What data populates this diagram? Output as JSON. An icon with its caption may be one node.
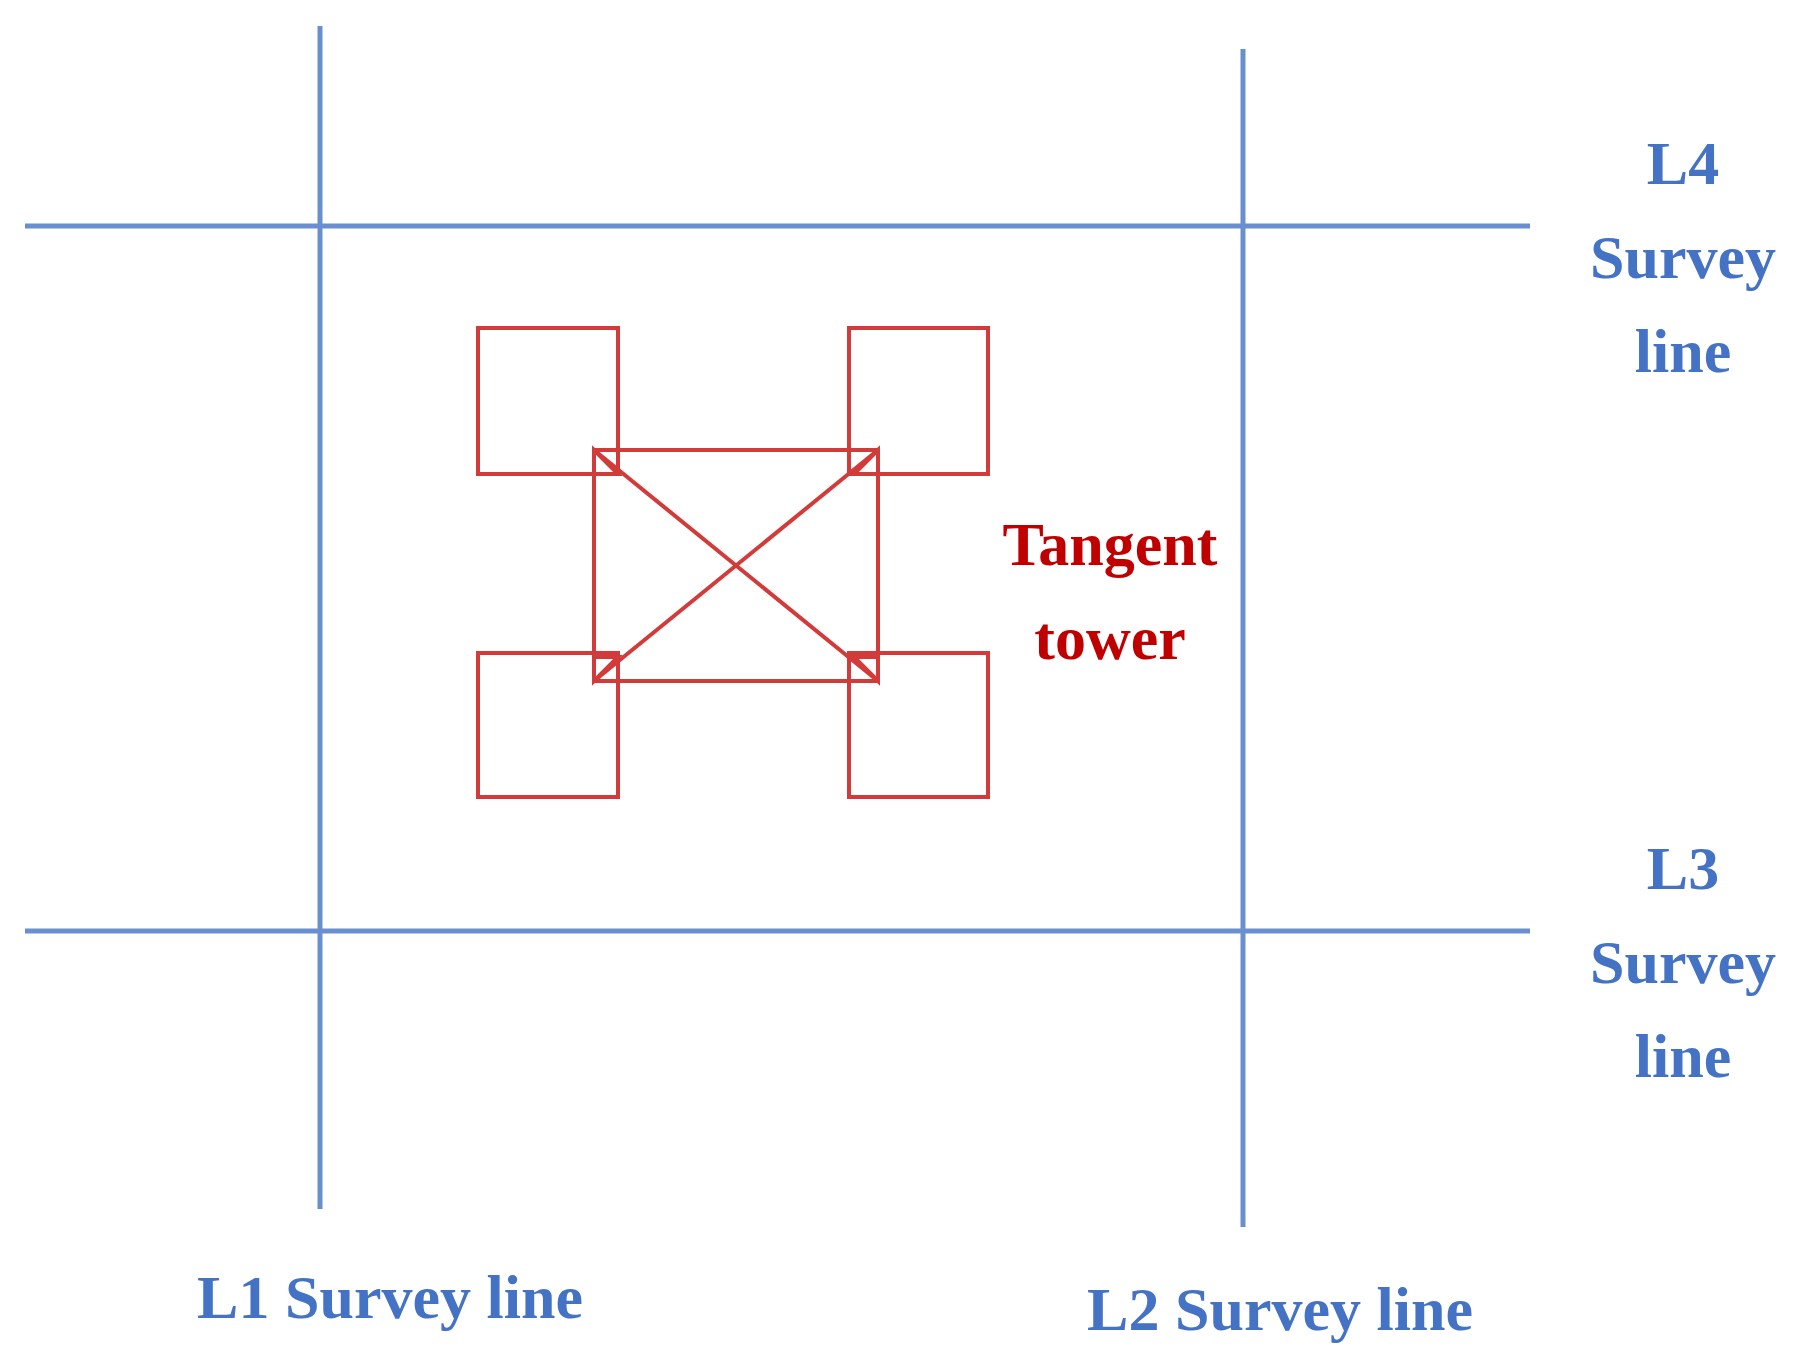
{
  "diagram": {
    "labels": [
      "L4 Survey line",
      "Tangent tower",
      "L3 Survey line",
      "L1 Survey line",
      "L2 Survey line"
    ]
  }
}
